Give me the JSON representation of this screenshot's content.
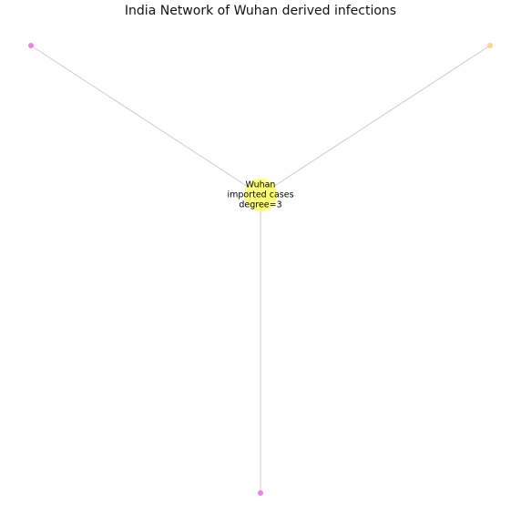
{
  "title": "India Network of Wuhan derived infections",
  "nodes": [
    {
      "id": "hub",
      "lines": [
        "Wuhan",
        "imported cases",
        "degree=3"
      ],
      "color": "#ffff66",
      "role": "hub"
    },
    {
      "id": "leaf-top-left",
      "lines": [],
      "color": "#ee66ee",
      "role": "leaf"
    },
    {
      "id": "leaf-top-right",
      "lines": [],
      "color": "#ffcc77",
      "role": "leaf"
    },
    {
      "id": "leaf-bottom",
      "lines": [],
      "color": "#ee66ee",
      "role": "leaf"
    }
  ],
  "edges": [
    {
      "source": "hub",
      "target": "leaf-top-left"
    },
    {
      "source": "hub",
      "target": "leaf-top-right"
    },
    {
      "source": "hub",
      "target": "leaf-bottom"
    }
  ],
  "colors": {
    "edge": "#cccccc"
  }
}
